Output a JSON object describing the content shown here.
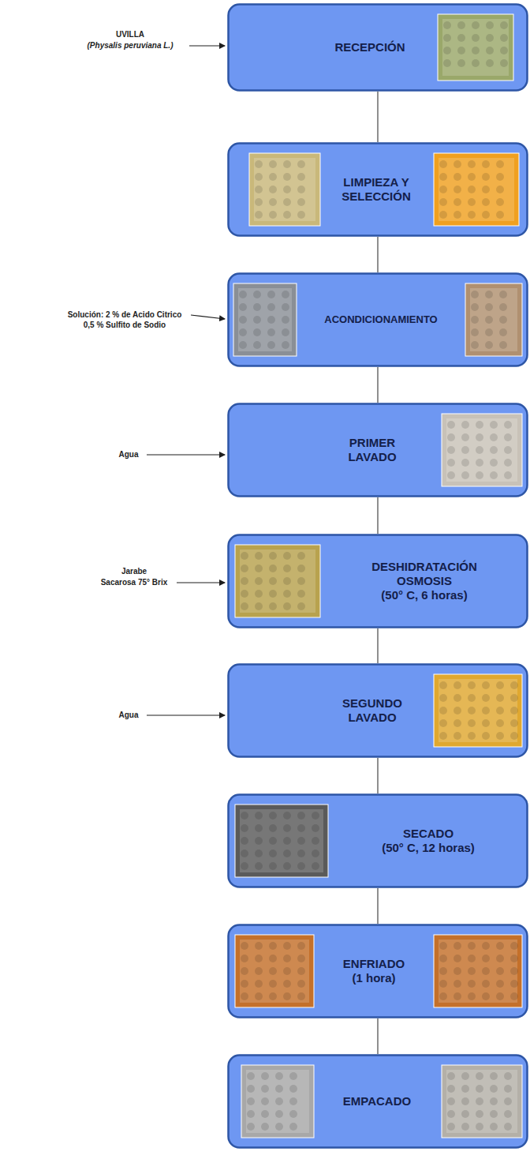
{
  "diagram": {
    "nodes": [
      {
        "text": [
          "RECEPCIÓN"
        ]
      },
      {
        "text": [
          "LIMPIEZA Y SELECCIÓN"
        ]
      },
      {
        "text": [
          "ACONDICIONAMIENTO"
        ]
      },
      {
        "text": [
          "PRIMER LAVADO"
        ]
      },
      {
        "text": [
          "DESHIDRATACIÓN OSMOSIS",
          "(50° C, 6 horas)"
        ]
      },
      {
        "text": [
          "SEGUNDO LAVADO"
        ]
      },
      {
        "text": [
          "SECADO",
          "(50° C, 12 horas)"
        ]
      },
      {
        "text": [
          "ENFRIADO",
          "(1 hora)"
        ]
      },
      {
        "text": [
          "EMPACADO"
        ]
      }
    ],
    "edges": [
      {
        "from": 0,
        "to": 1,
        "arrow": "none"
      },
      {
        "from": 1,
        "to": 2,
        "arrow": "none"
      },
      {
        "from": 2,
        "to": 3,
        "arrow": "none"
      },
      {
        "from": 3,
        "to": 4,
        "arrow": "none"
      },
      {
        "from": 4,
        "to": 5,
        "arrow": "none"
      },
      {
        "from": 5,
        "to": 6,
        "arrow": "none"
      },
      {
        "from": 6,
        "to": 7,
        "arrow": "none"
      },
      {
        "from": 7,
        "to": 8,
        "arrow": "none"
      }
    ],
    "labels": [
      "UVILLA",
      "(Physalis peruviana L.)",
      "Solución: 2 % de Acido Citrico",
      "0,5 % Sulfito de Sodio",
      "Agua",
      "Jarabe",
      "Sacarosa 75° Brix",
      "Agua"
    ]
  }
}
